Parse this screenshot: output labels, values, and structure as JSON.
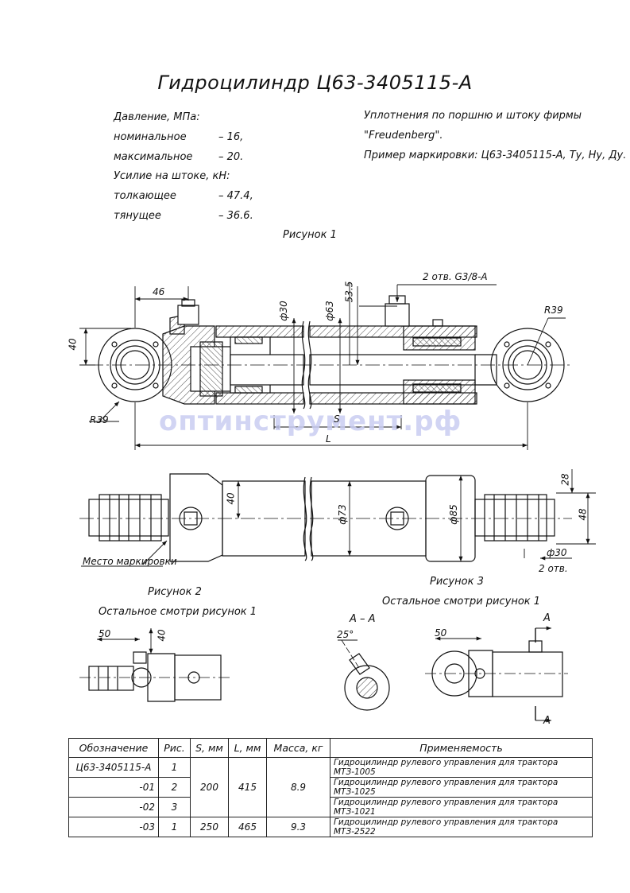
{
  "title": "Гидроцилиндр Ц63-3405115-А",
  "specs": {
    "pressure_header": "Давление, МПа:",
    "nominal_label": "номинальное",
    "nominal_value": "– 16,",
    "max_label": "максимальное",
    "max_value": "– 20.",
    "force_header": "Усилие на штоке, кН:",
    "push_label": "толкающее",
    "push_value": "– 47.4,",
    "pull_label": "тянущее",
    "pull_value": "– 36.6."
  },
  "notes": {
    "line1": "Уплотнения по поршню и штоку фирмы",
    "line2": "\"Freudenberg\".",
    "line3": "Пример маркировки: Ц63-3405115-А, Ту, Ну, Ду."
  },
  "watermark": "оптинструмент.рф",
  "figures": {
    "fig1": "Рисунок 1",
    "fig2": "Рисунок 2",
    "fig2_note": "Остальное смотри рисунок 1",
    "fig3": "Рисунок 3",
    "fig3_note": "Остальное смотри рисунок 1",
    "marking_place": "Место маркировки",
    "section": "А – А",
    "section_a1": "А",
    "section_a2": "А"
  },
  "dimensions": {
    "d46": "46",
    "d40a": "40",
    "phi30": "ф30",
    "phi63": "ф63",
    "d535": "53.5",
    "ports": "2 отв. G3/8-А",
    "r39a": "R39",
    "r39b": "R39",
    "s": "S",
    "l": "L",
    "d40b": "40",
    "phi73": "ф73",
    "phi85": "ф85",
    "d28": "28",
    "d48": "48",
    "phi30b": "ф30",
    "holes2": "2 отв.",
    "d50a": "50",
    "d40c": "40",
    "angle25": "25°",
    "d50b": "50"
  },
  "table": {
    "headers": [
      "Обозначение",
      "Рис.",
      "S, мм",
      "L, мм",
      "Масса, кг",
      "Применяемость"
    ],
    "rows": [
      {
        "code": "Ц63-3405115-А",
        "fig": "1",
        "use": "Гидроцилиндр рулевого управления для трактора МТЗ-1005"
      },
      {
        "code": "-01",
        "fig": "2",
        "use": "Гидроцилиндр рулевого управления для трактора МТЗ-1025"
      },
      {
        "code": "-02",
        "fig": "3",
        "use": "Гидроцилиндр рулевого управления для трактора МТЗ-1021"
      },
      {
        "code": "-03",
        "fig": "1",
        "use": "Гидроцилиндр рулевого управления для трактора МТЗ-2522"
      }
    ],
    "group1": {
      "s": "200",
      "l": "415",
      "mass": "8.9"
    },
    "group2": {
      "s": "250",
      "l": "465",
      "mass": "9.3"
    }
  }
}
